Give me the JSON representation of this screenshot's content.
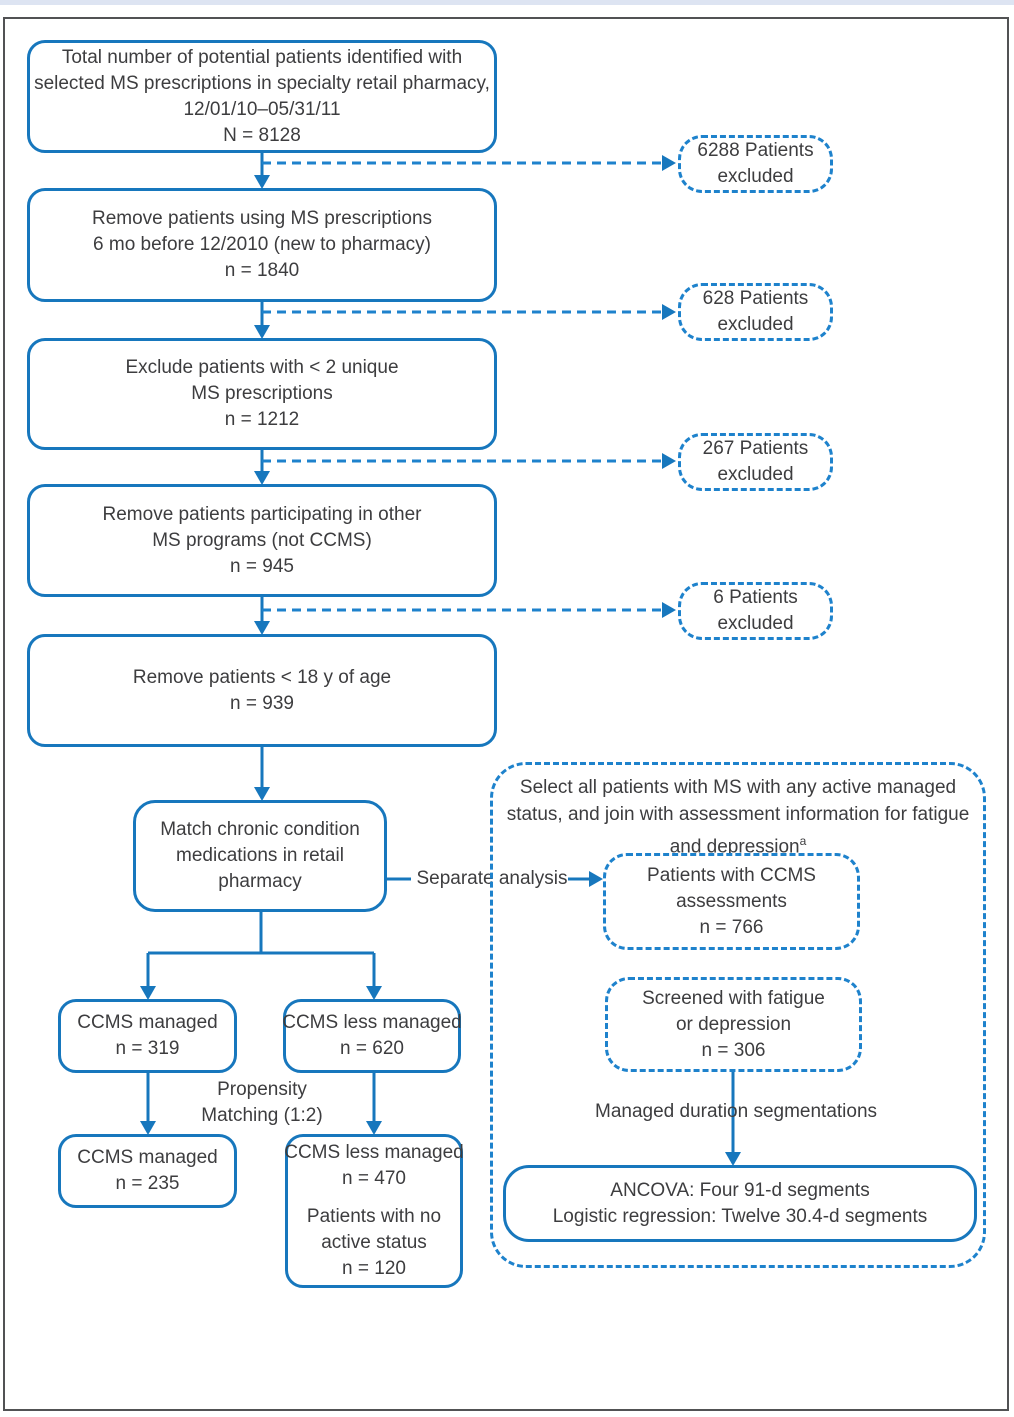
{
  "page": {
    "topbar_color": "#dde4f2",
    "frame_border_color": "#515254",
    "background": "#ffffff"
  },
  "colors": {
    "solid_box_border": "#1777bd",
    "dashed_box_border": "#1e82cc",
    "connector_blue": "#1777bd",
    "text": "#3d3d3f"
  },
  "flow": {
    "main_boxes": [
      {
        "lines": [
          "Total number of potential patients identified with",
          "selected MS prescriptions in specialty retail pharmacy,",
          "12/01/10–05/31/11",
          "N = 8128"
        ]
      },
      {
        "lines": [
          "Remove patients using MS prescriptions",
          "6 mo before 12/2010 (new to pharmacy)",
          "n = 1840"
        ]
      },
      {
        "lines": [
          "Exclude patients with < 2 unique",
          "MS prescriptions",
          "n = 1212"
        ]
      },
      {
        "lines": [
          "Remove patients participating in other",
          "MS programs (not CCMS)",
          "n = 945"
        ]
      },
      {
        "lines": [
          "Remove patients < 18 y of age",
          "n = 939"
        ]
      },
      {
        "lines": [
          "Match chronic condition",
          "medications in retail",
          "pharmacy"
        ]
      }
    ],
    "excluded_boxes": [
      {
        "lines": [
          "6288 Patients",
          "excluded"
        ]
      },
      {
        "lines": [
          "628 Patients",
          "excluded"
        ]
      },
      {
        "lines": [
          "267 Patients",
          "excluded"
        ]
      },
      {
        "lines": [
          "6 Patients",
          "excluded"
        ]
      }
    ],
    "ccms": {
      "managed1": {
        "lines": [
          "CCMS managed",
          "n = 319"
        ]
      },
      "less1": {
        "lines": [
          "CCMS less managed",
          "n = 620"
        ]
      },
      "managed2": {
        "lines": [
          "CCMS managed",
          "n = 235"
        ]
      },
      "less2": {
        "lines": [
          "CCMS less managed",
          "n = 470",
          "Patients with no",
          "active status",
          "n = 120"
        ]
      }
    },
    "labels": {
      "separate": "Separate analysis",
      "propensity_line1": "Propensity",
      "propensity_line2": "Matching (1:2)",
      "managed_duration": "Managed duration segmentations"
    },
    "right_panel": {
      "heading_line1": "Select all patients with MS with any active managed",
      "heading_line2": "status, and join with assessment information for fatigue",
      "heading_line3": "and depression",
      "heading_superscript": "a",
      "inner1": {
        "lines": [
          "Patients with CCMS",
          "assessments",
          "n = 766"
        ]
      },
      "inner2": {
        "lines": [
          "Screened with fatigue",
          "or depression",
          "n = 306"
        ]
      },
      "ancova": {
        "lines": [
          "ANCOVA: Four 91-d segments",
          "Logistic regression: Twelve 30.4-d segments"
        ]
      }
    }
  }
}
